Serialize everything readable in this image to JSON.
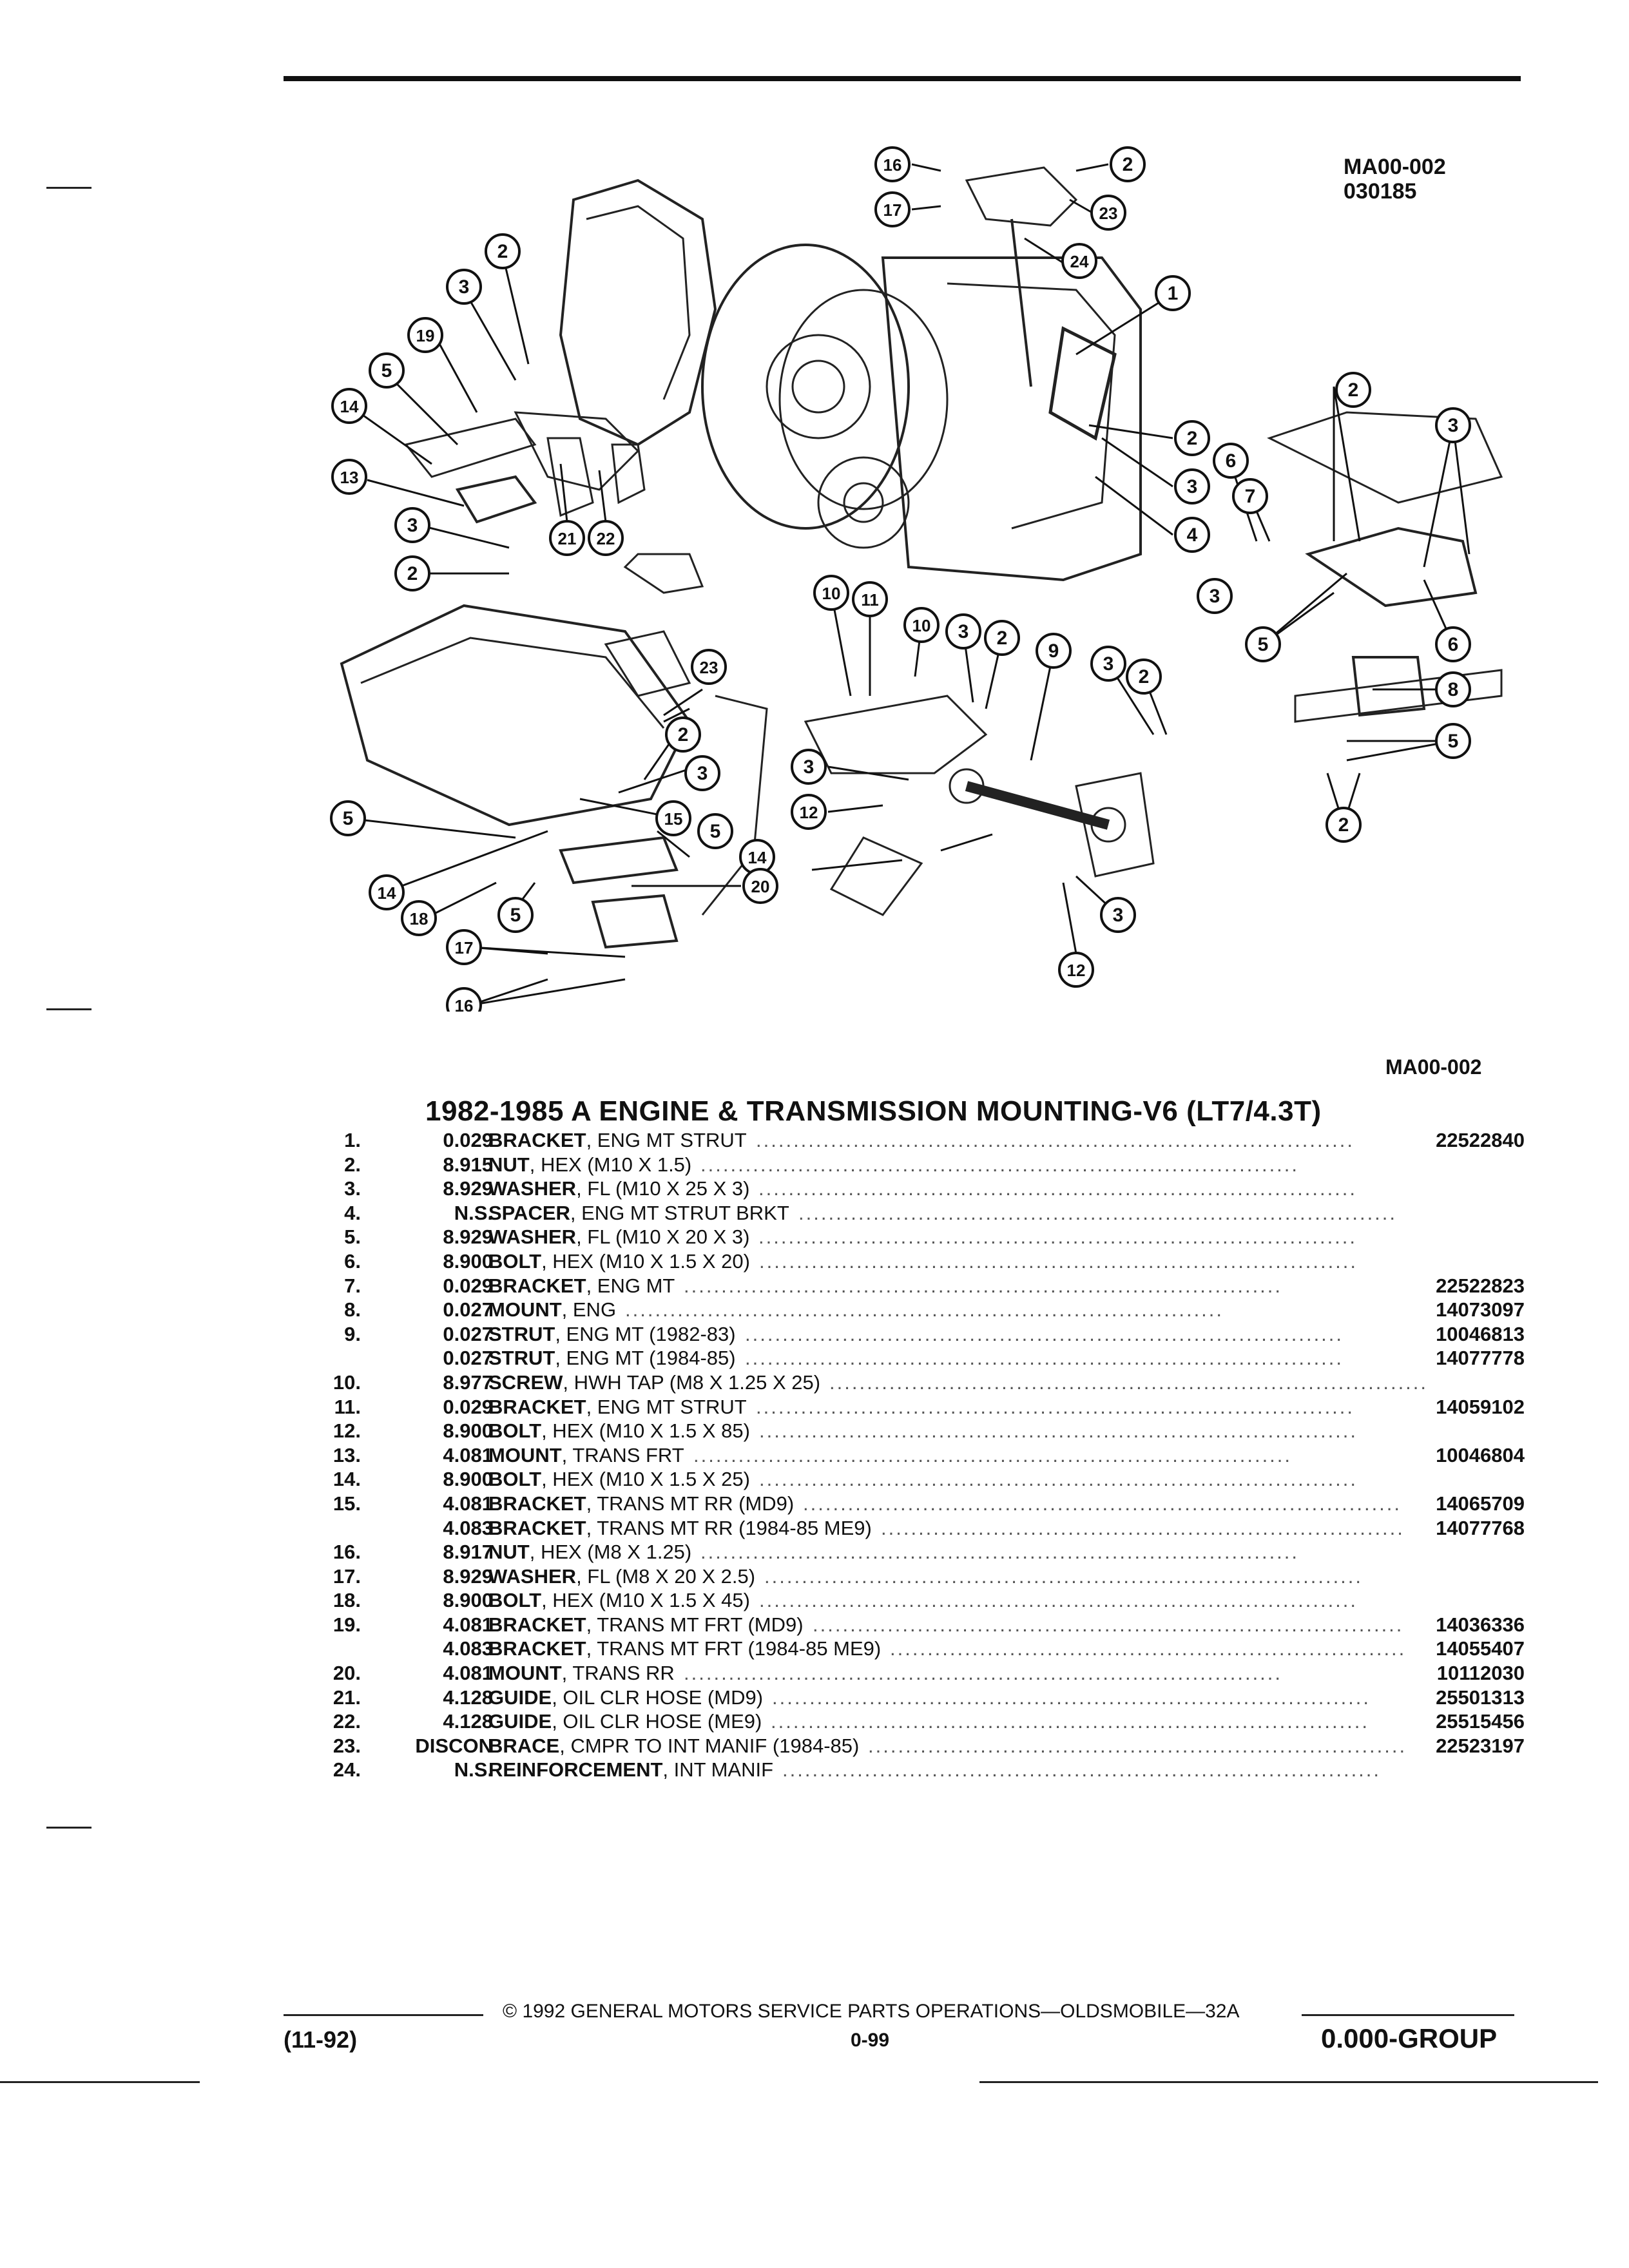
{
  "header": {
    "code_line1": "MA00-002",
    "code_line2": "030185"
  },
  "figure": {
    "code": "MA00-002",
    "callouts": [
      "1",
      "2",
      "3",
      "4",
      "5",
      "6",
      "7",
      "8",
      "9",
      "10",
      "11",
      "12",
      "13",
      "14",
      "15",
      "16",
      "17",
      "18",
      "19",
      "20",
      "21",
      "22",
      "23",
      "24"
    ]
  },
  "title": "1982-1985 A ENGINE & TRANSMISSION MOUNTING-V6 (LT7/4.3T)",
  "parts": [
    {
      "num": "1.",
      "level": "0.029",
      "name": "BRACKET",
      "spec": ", ENG MT STRUT",
      "pn": "22522840"
    },
    {
      "num": "2.",
      "level": "8.915",
      "name": "NUT",
      "spec": ", HEX (M10 X 1.5)",
      "pn": ""
    },
    {
      "num": "3.",
      "level": "8.929",
      "name": "WASHER",
      "spec": ", FL (M10 X 25 X 3)",
      "pn": ""
    },
    {
      "num": "4.",
      "level": "N.S.",
      "name": "SPACER",
      "spec": ", ENG MT STRUT BRKT",
      "pn": ""
    },
    {
      "num": "5.",
      "level": "8.929",
      "name": "WASHER",
      "spec": ", FL (M10 X 20 X 3)",
      "pn": ""
    },
    {
      "num": "6.",
      "level": "8.900",
      "name": "BOLT",
      "spec": ", HEX (M10 X 1.5 X 20)",
      "pn": ""
    },
    {
      "num": "7.",
      "level": "0.029",
      "name": "BRACKET",
      "spec": ", ENG MT",
      "pn": "22522823"
    },
    {
      "num": "8.",
      "level": "0.027",
      "name": "MOUNT",
      "spec": ", ENG",
      "pn": "14073097"
    },
    {
      "num": "9.",
      "level": "0.027",
      "name": "STRUT",
      "spec": ", ENG MT (1982-83)",
      "pn": "10046813"
    },
    {
      "num": "",
      "level": "0.027",
      "name": "STRUT",
      "spec": ", ENG MT (1984-85)",
      "pn": "14077778"
    },
    {
      "num": "10.",
      "level": "8.977",
      "name": "SCREW",
      "spec": ", HWH TAP (M8 X 1.25 X 25)",
      "pn": ""
    },
    {
      "num": "11.",
      "level": "0.029",
      "name": "BRACKET",
      "spec": ", ENG MT STRUT",
      "pn": "14059102"
    },
    {
      "num": "12.",
      "level": "8.900",
      "name": "BOLT",
      "spec": ", HEX (M10 X 1.5 X 85)",
      "pn": ""
    },
    {
      "num": "13.",
      "level": "4.081",
      "name": "MOUNT",
      "spec": ", TRANS FRT",
      "pn": "10046804"
    },
    {
      "num": "14.",
      "level": "8.900",
      "name": "BOLT",
      "spec": ", HEX (M10 X 1.5 X 25)",
      "pn": ""
    },
    {
      "num": "15.",
      "level": "4.081",
      "name": "BRACKET",
      "spec": ", TRANS MT RR (MD9)",
      "pn": "14065709"
    },
    {
      "num": "",
      "level": "4.083",
      "name": "BRACKET",
      "spec": ", TRANS MT RR (1984-85 ME9)",
      "pn": "14077768"
    },
    {
      "num": "16.",
      "level": "8.917",
      "name": "NUT",
      "spec": ", HEX (M8 X 1.25)",
      "pn": ""
    },
    {
      "num": "17.",
      "level": "8.929",
      "name": "WASHER",
      "spec": ", FL (M8 X 20 X 2.5)",
      "pn": ""
    },
    {
      "num": "18.",
      "level": "8.900",
      "name": "BOLT",
      "spec": ", HEX (M10 X 1.5 X 45)",
      "pn": ""
    },
    {
      "num": "19.",
      "level": "4.081",
      "name": "BRACKET",
      "spec": ", TRANS MT FRT (MD9)",
      "pn": "14036336"
    },
    {
      "num": "",
      "level": "4.083",
      "name": "BRACKET",
      "spec": ", TRANS MT FRT (1984-85 ME9)",
      "pn": "14055407"
    },
    {
      "num": "20.",
      "level": "4.081",
      "name": "MOUNT",
      "spec": ", TRANS RR",
      "pn": "10112030"
    },
    {
      "num": "21.",
      "level": "4.128",
      "name": "GUIDE",
      "spec": ", OIL CLR HOSE (MD9)",
      "pn": "25501313"
    },
    {
      "num": "22.",
      "level": "4.128",
      "name": "GUIDE",
      "spec": ", OIL CLR HOSE (ME9)",
      "pn": "25515456"
    },
    {
      "num": "23.",
      "level": "DISCON",
      "name": "BRACE",
      "spec": ", CMPR TO INT MANIF (1984-85)",
      "pn": "22523197"
    },
    {
      "num": "24.",
      "level": "N.S.",
      "name": "REINFORCEMENT",
      "spec": ", INT MANIF",
      "pn": ""
    }
  ],
  "footer": {
    "date": "(11-92)",
    "copyright": "© 1992 GENERAL MOTORS SERVICE PARTS OPERATIONS—OLDSMOBILE—32A",
    "page": "0-99",
    "group": "0.000-GROUP"
  }
}
